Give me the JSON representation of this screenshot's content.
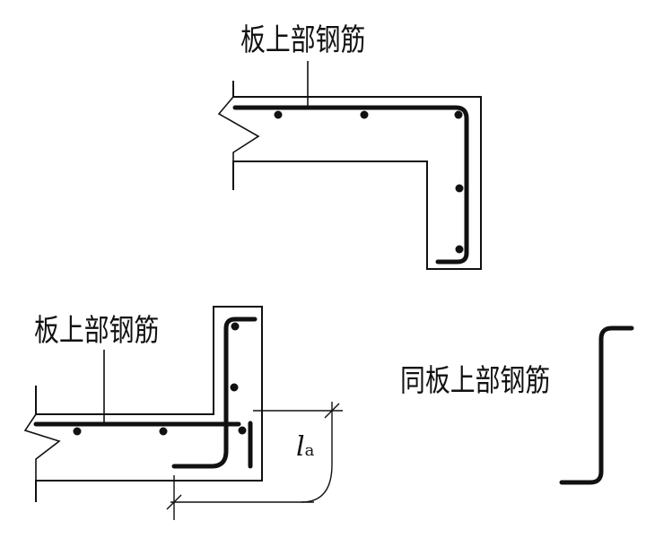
{
  "labels": {
    "top_slab_rebar": "板上部钢筋",
    "bottom_slab_rebar": "板上部钢筋",
    "same_as_top_rebar": "同板上部钢筋",
    "anchor_length_symbol": "l",
    "anchor_length_subscript": "a"
  },
  "colors": {
    "line": "#111111",
    "rebar": "#111111",
    "background": "#ffffff"
  },
  "icons": {
    "legend_bar": "rebar-hook-symbol",
    "break": "break-line-zigzag"
  }
}
